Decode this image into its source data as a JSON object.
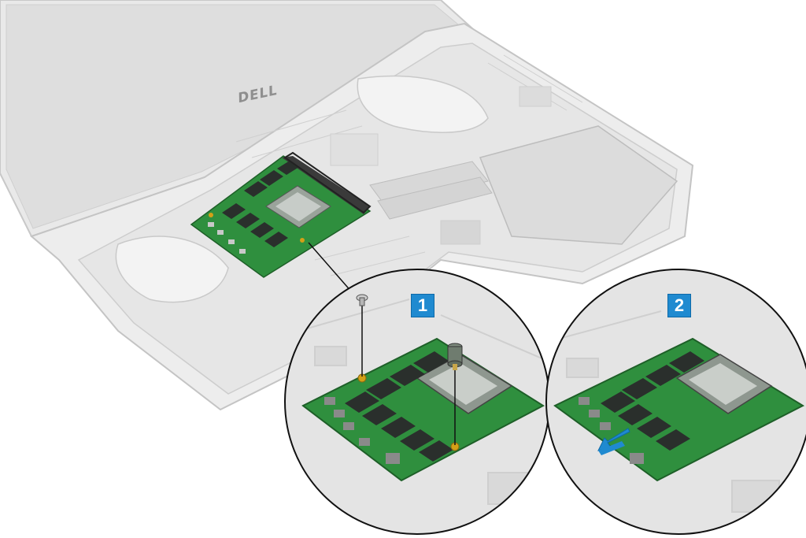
{
  "figure": {
    "brand_text": "DELL",
    "steps": [
      {
        "number": "1"
      },
      {
        "number": "2"
      }
    ]
  },
  "colors": {
    "callout_badge": "#1f8ad0",
    "board_green": "#2f8f3e",
    "chip_dark": "#2a2f2c",
    "arrow_blue": "#1f8ad0",
    "ghost_laptop": "#e4e4e4"
  }
}
